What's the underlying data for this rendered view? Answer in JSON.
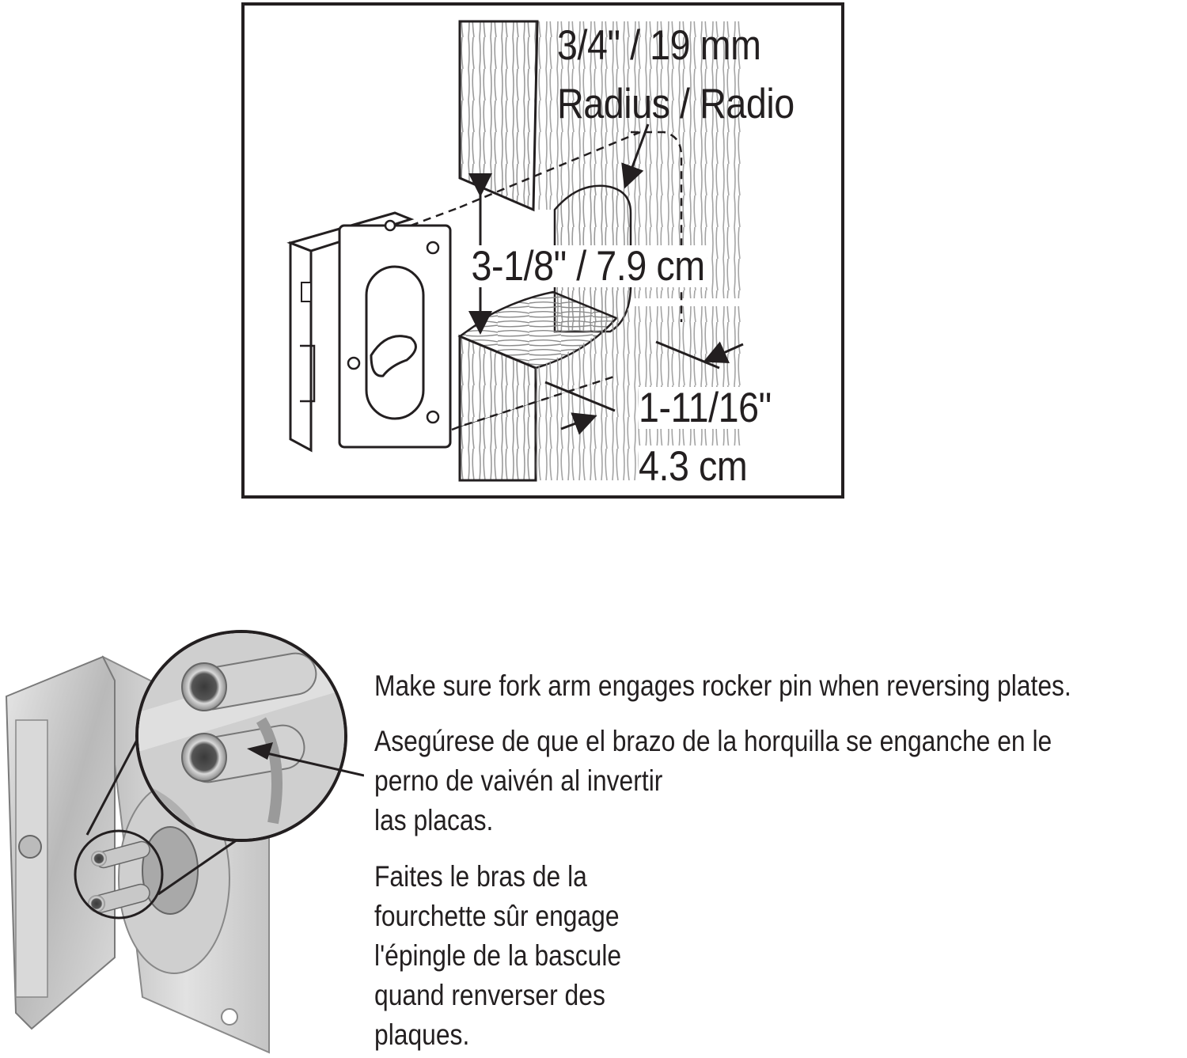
{
  "diagram": {
    "radius_label_line1": "3/4\" / 19 mm",
    "radius_label_line2": "Radius / Radio",
    "height_label": "3-1/8\" / 7.9 cm",
    "depth_label_line1": "1-11/16\"",
    "depth_label_line2": "4.3 cm"
  },
  "instructions": {
    "english": "Make sure fork arm engages rocker pin when reversing plates.",
    "spanish": [
      "Asegúrese de que el brazo de la horquilla se enganche en le",
      "perno de vaivén al invertir",
      "las placas."
    ],
    "french": [
      "Faites le bras de la",
      "fourchette sûr engage",
      "l'épingle de la bascule",
      "quand renverser des",
      "plaques."
    ]
  },
  "colors": {
    "ink": "#231f20",
    "wood_grain": "#9a9a9a",
    "metal": "#c9c9c9"
  }
}
